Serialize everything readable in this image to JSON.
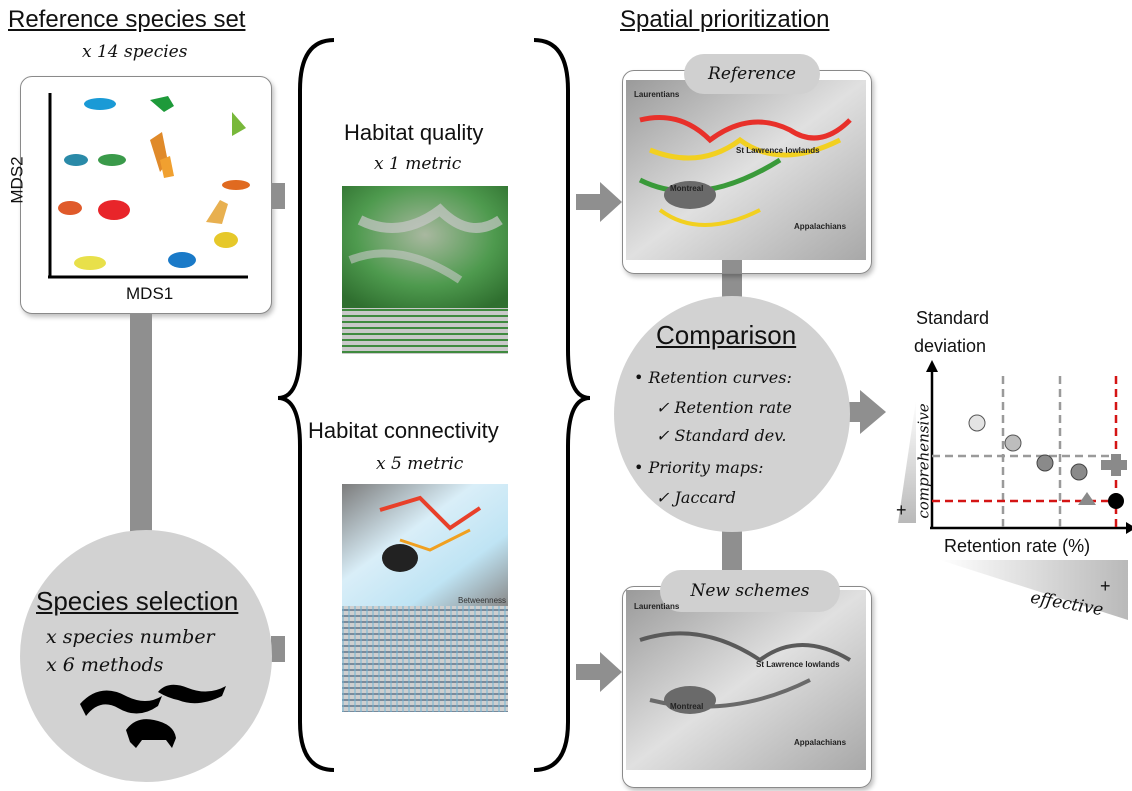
{
  "reference_title": "Reference species set",
  "reference_count": "x 14 species",
  "mds_y": "MDS2",
  "mds_x": "MDS1",
  "selection_title": "Species selection",
  "selection_line1": "x species number",
  "selection_line2": "x 6 methods",
  "quality_title": "Habitat quality",
  "quality_sub": "x 1 metric",
  "connectivity_title": "Habitat connectivity",
  "connectivity_sub": "x 5 metric",
  "connectivity_map_label": "Betweenness",
  "prioritization_title": "Spatial prioritization",
  "reference_label": "Reference",
  "new_schemes_label": "New schemes",
  "map_labels": {
    "laurentians": "Laurentians",
    "lowlands": "St Lawrence lowlands",
    "montreal": "Montreal",
    "appalachians": "Appalachians"
  },
  "comparison_title": "Comparison",
  "comparison_items": {
    "retention_curves": "Retention curves:",
    "retention_rate": "Retention rate",
    "standard_dev": "Standard dev.",
    "priority_maps": "Priority maps:",
    "jaccard": "Jaccard"
  },
  "result_ylabel_1": "Standard",
  "result_ylabel_2": "deviation",
  "result_xlabel": "Retention rate (%)",
  "comprehensive": "comprehensive",
  "effective": "effective",
  "plus": "+",
  "colors": {
    "box_border": "#8a8a8a",
    "circle_fill": "#d2d2d2",
    "arrow": "#8f8f8f",
    "red_dash": "#d41414",
    "grey_dash": "#9a9a9a"
  },
  "species_colors": [
    "#1a9ad6",
    "#1e9a3a",
    "#78b83a",
    "#2a8aa8",
    "#3a9a4a",
    "#e08a2a",
    "#f0a030",
    "#e05a2a",
    "#e8252a",
    "#e8b050",
    "#e6c82a",
    "#1a7ac8",
    "#e8e04a",
    "#e06a20"
  ]
}
